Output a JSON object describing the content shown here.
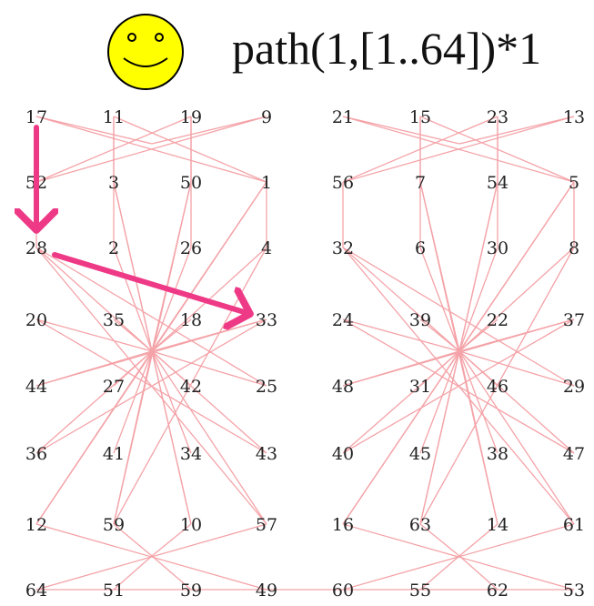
{
  "title": "path(1,[1..64])*1",
  "colors": {
    "edge": "#f4a3a8",
    "arrow": "#ee3a86",
    "smiley_fill": "#ffff00",
    "smiley_stroke": "#000000",
    "label": "#222222"
  },
  "icons": {
    "face": "smiley-face-icon"
  },
  "blocks": [
    {
      "rows": [
        [
          "17",
          "11",
          "19",
          "9"
        ],
        [
          "52",
          "3",
          "50",
          "1"
        ],
        [
          "28",
          "2",
          "26",
          "4"
        ],
        [
          "20",
          "35",
          "18",
          "33"
        ],
        [
          "44",
          "27",
          "42",
          "25"
        ],
        [
          "36",
          "41",
          "34",
          "43"
        ],
        [
          "12",
          "59",
          "10",
          "57"
        ],
        [
          "64",
          "51",
          "59",
          "49"
        ]
      ]
    },
    {
      "rows": [
        [
          "21",
          "15",
          "23",
          "13"
        ],
        [
          "56",
          "7",
          "54",
          "5"
        ],
        [
          "32",
          "6",
          "30",
          "8"
        ],
        [
          "24",
          "39",
          "22",
          "37"
        ],
        [
          "48",
          "31",
          "46",
          "29"
        ],
        [
          "40",
          "45",
          "38",
          "47"
        ],
        [
          "16",
          "63",
          "14",
          "61"
        ],
        [
          "60",
          "55",
          "62",
          "53"
        ]
      ]
    }
  ],
  "arrows": [
    {
      "from": "17",
      "to": "28"
    },
    {
      "from": "28",
      "to": "33"
    }
  ]
}
